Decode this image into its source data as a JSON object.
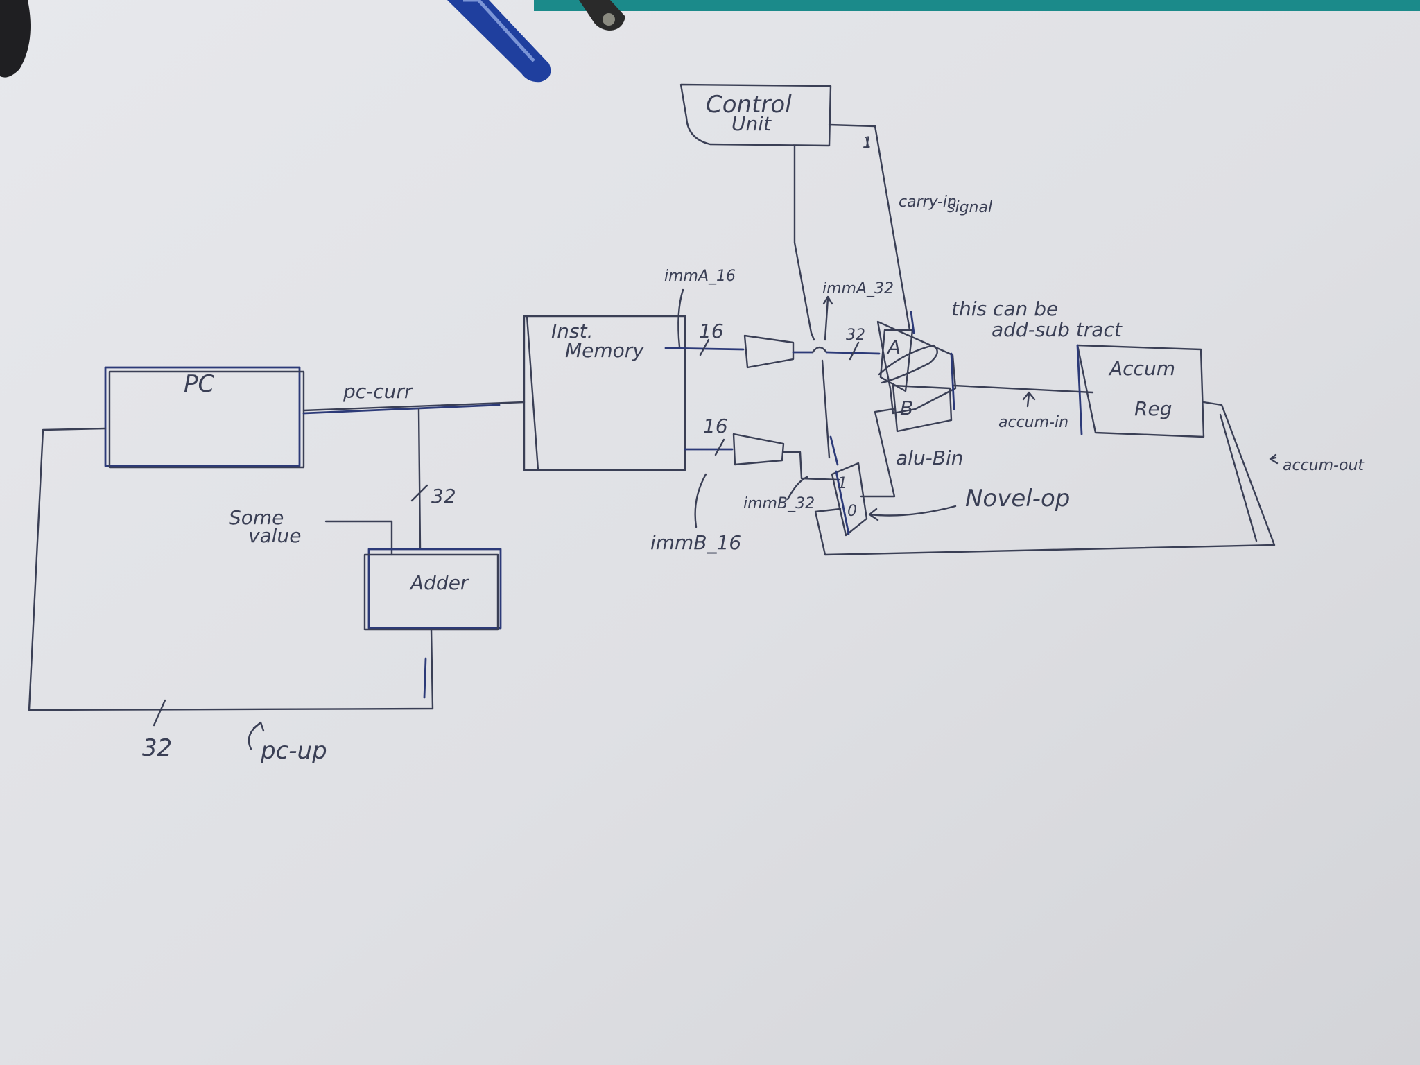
{
  "blocks": {
    "control_unit": {
      "line1": "Control",
      "line2": "Unit"
    },
    "inst_memory": {
      "line1": "Inst.",
      "line2": "Memory"
    },
    "pc": {
      "label": "PC"
    },
    "adder": {
      "label": "Adder"
    },
    "accum_reg": {
      "line1": "Accum",
      "line2": "Reg"
    },
    "alu": {
      "port_a": "A",
      "port_b": "B"
    },
    "mux": {
      "in1": "1",
      "in0": "0"
    }
  },
  "signals": {
    "pc_curr": "pc-curr",
    "pc_up": "pc-up",
    "some_value_1": "Some",
    "some_value_2": "value",
    "bus_32_adder": "32",
    "bus_32_bottom": "32",
    "immA_16": "immA_16",
    "immA_32": "immA_32",
    "immB_16": "immB_16",
    "immB_32": "immB_32",
    "width_16_a": "16",
    "width_16_b": "16",
    "width_32_alu": "32",
    "cu_width": "1",
    "carry_in_1": "carry-in",
    "carry_in_2": "signal",
    "alu_bin": "alu-Bin",
    "novel_op": "Novel-op",
    "accum_in": "accum-in",
    "accum_out": "accum-out"
  },
  "notes": {
    "alu_note_1": "this can be",
    "alu_note_2": "add-sub tract"
  }
}
